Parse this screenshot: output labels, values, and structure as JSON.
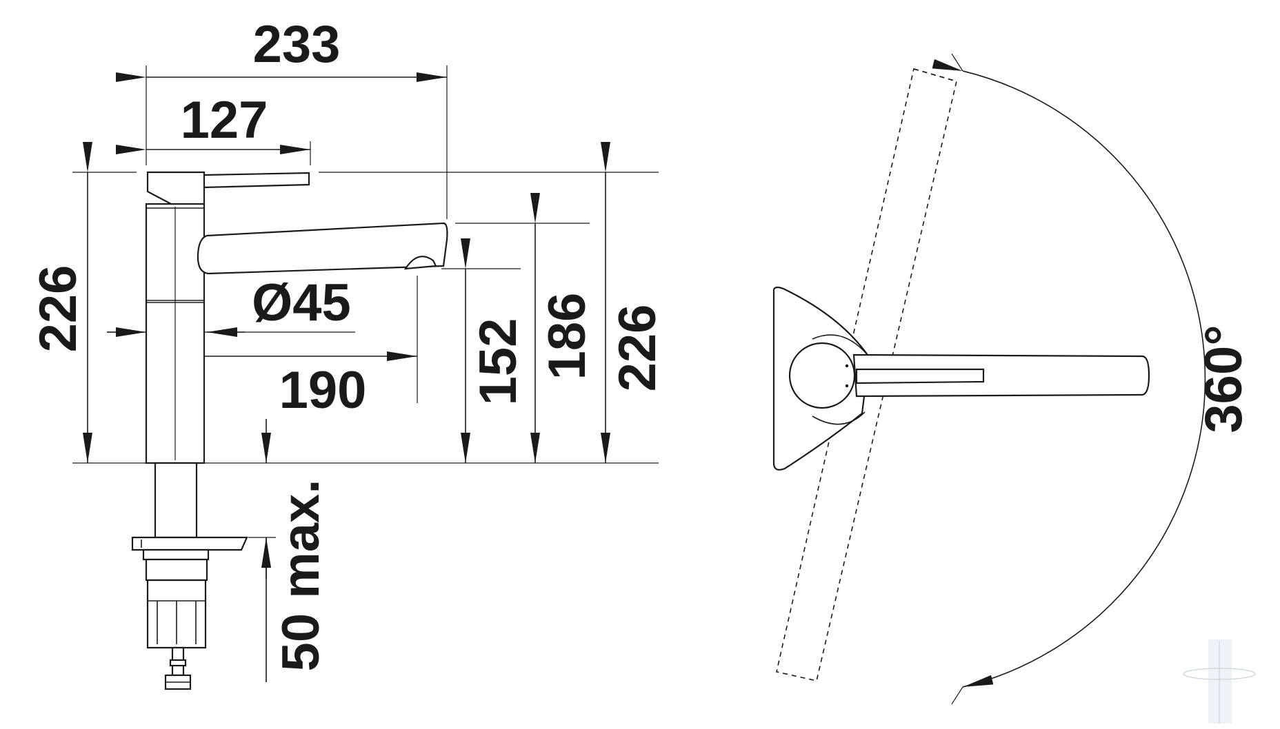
{
  "dimensions": {
    "overall_width": "233",
    "handle_length": "127",
    "base_diameter": "Ø45",
    "spout_reach": "190",
    "outlet_height": "152",
    "spout_height": "186",
    "height_left": "226",
    "height_right": "226",
    "deck_thickness": "50 max.",
    "swivel_angle": "360°"
  },
  "colors": {
    "line": "#1a1a1a",
    "background": "#ffffff"
  }
}
